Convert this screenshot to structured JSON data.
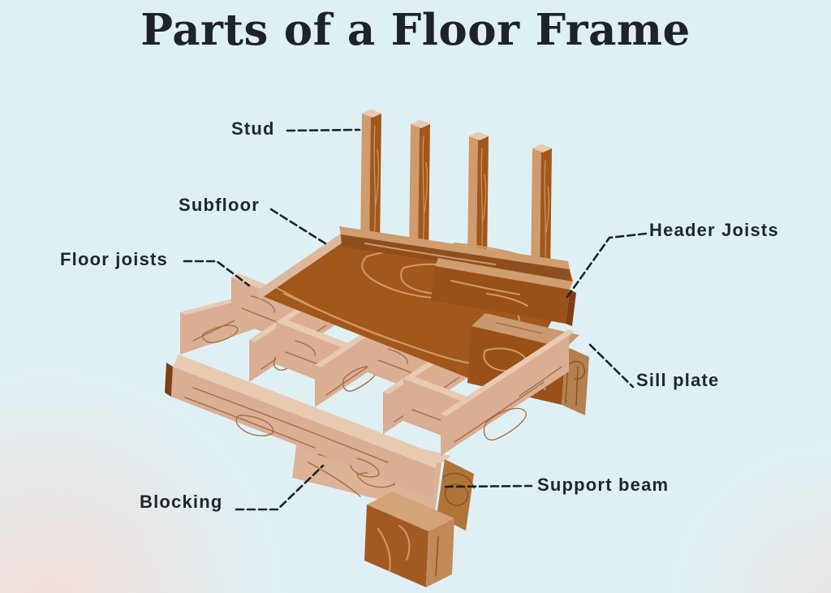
{
  "title": {
    "text": "Parts of a Floor Frame"
  },
  "labels": [
    {
      "id": "stud",
      "text": "Stud"
    },
    {
      "id": "subfloor",
      "text": "Subfloor"
    },
    {
      "id": "floor-joists",
      "text": "Floor joists"
    },
    {
      "id": "header-joists",
      "text": "Header Joists"
    },
    {
      "id": "sill-plate",
      "text": "Sill plate"
    },
    {
      "id": "blocking",
      "text": "Blocking"
    },
    {
      "id": "support-beam",
      "text": "Support beam"
    }
  ],
  "colors": {
    "background": "#dff0f5",
    "corner_tint": "#f4ddd6",
    "title_text": "#1d2329",
    "label_text": "#20272e",
    "leader_line": "#1d242c",
    "wood_dark": "#a2571c",
    "wood_medium": "#c99a6f",
    "wood_light": "#d9ae93",
    "wood_highlight": "#e8c9b2",
    "wood_shadow": "#7e3f12",
    "grain_on_dark": "#cf9a62",
    "grain_on_light": "#a5693c"
  }
}
